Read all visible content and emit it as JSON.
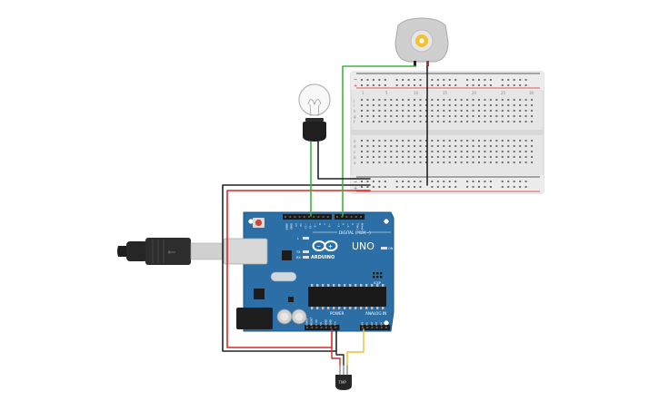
{
  "board": {
    "brand": "ARDUINO",
    "model": "UNO",
    "digital_header": "DIGITAL (PWM~)",
    "power_header": "POWER",
    "analog_header": "ANALOG IN",
    "led_labels": [
      "L",
      "TX",
      "RX"
    ],
    "on_label": "ON",
    "icsp_label": "ICSP",
    "digital_pins": [
      "AREF",
      "GND",
      "13",
      "12",
      "~11",
      "~10",
      "~9",
      "8",
      "7",
      "~6",
      "~5",
      "4",
      "~3",
      "2",
      "TX▸1",
      "RX◂0"
    ],
    "power_pins": [
      "IOREF",
      "RESET",
      "3.3V",
      "5V",
      "GND",
      "GND",
      "Vin"
    ],
    "analog_pins": [
      "A0",
      "A1",
      "A2",
      "A3",
      "A4",
      "A5"
    ]
  },
  "breadboard": {
    "column_numbers": [
      "1",
      "5",
      "10",
      "15",
      "20",
      "25",
      "30"
    ],
    "row_letters_top": [
      "j",
      "i",
      "h",
      "g",
      "f"
    ],
    "row_letters_bottom": [
      "e",
      "d",
      "c",
      "b",
      "a"
    ],
    "rail_plus": "+",
    "rail_minus": "−"
  },
  "sensor": {
    "label": "TMP"
  },
  "colors": {
    "board": "#2b6fa6",
    "board_edge": "#1d5684",
    "wire_red": "#d42a2a",
    "wire_black": "#222222",
    "wire_green": "#3db53d",
    "wire_yellow": "#e8c22a",
    "breadboard": "#e9e9e9"
  }
}
